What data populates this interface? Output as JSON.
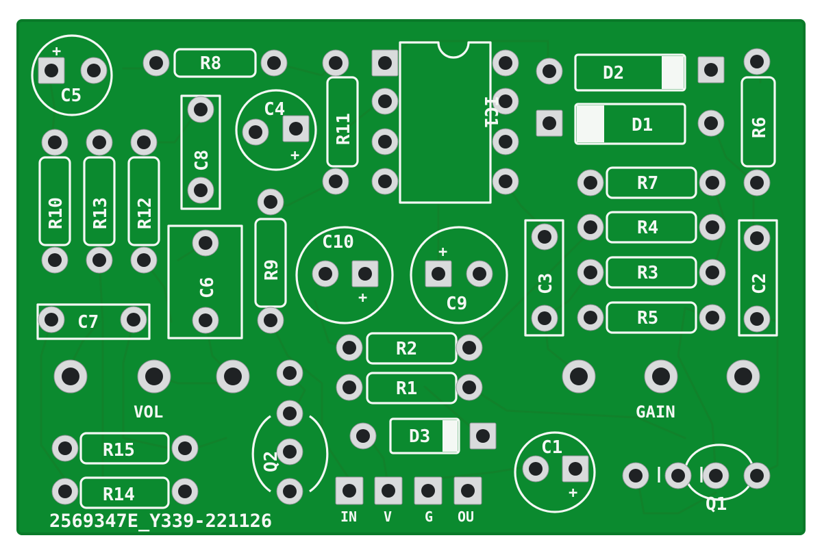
{
  "board": {
    "code": "2569347E_Y339-221126",
    "colors": {
      "mask": "#0b8a2f",
      "silk": "#f4f8f4",
      "pad": "#d9dbdc"
    }
  },
  "labels": {
    "r1": "R1",
    "r2": "R2",
    "r3": "R3",
    "r4": "R4",
    "r5": "R5",
    "r6": "R6",
    "r7": "R7",
    "r8": "R8",
    "r9": "R9",
    "r10": "R10",
    "r11": "R11",
    "r12": "R12",
    "r13": "R13",
    "r14": "R14",
    "r15": "R15",
    "c1": "C1",
    "c2": "C2",
    "c3": "C3",
    "c4": "C4",
    "c5": "C5",
    "c6": "C6",
    "c7": "C7",
    "c8": "C8",
    "c9": "C9",
    "c10": "C10",
    "d1": "D1",
    "d2": "D2",
    "d3": "D3",
    "ic1": "IC1",
    "q1": "Q1",
    "q2": "Q2",
    "vol": "VOL",
    "gain": "GAIN",
    "in": "IN",
    "v": "V",
    "g": "G",
    "ou": "OU",
    "plus": "+"
  }
}
